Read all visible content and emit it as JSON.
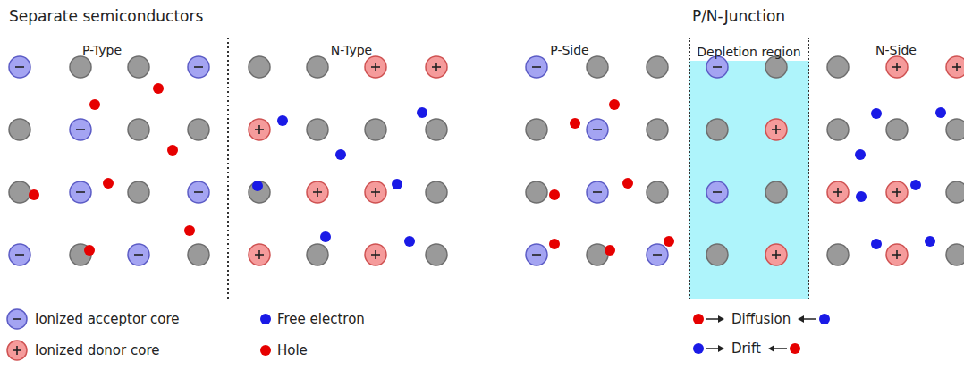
{
  "diagram": {
    "nodes": [
      {
        "text": [
          "Depletion region"
        ]
      }
    ],
    "labels": [
      "Separate semiconductors",
      "P/N-Junction",
      "P-Type",
      "N-Type",
      "P-Side",
      "N-Side"
    ],
    "legend": [
      {
        "text": "Ionized acceptor core"
      },
      {
        "text": "Free electron",
        "color": "#1a1ae6"
      },
      {
        "text": "Ionized donor core"
      },
      {
        "text": "Hole",
        "color": "#e60000"
      },
      {
        "text": "Diffusion"
      },
      {
        "text": "Drift"
      }
    ]
  }
}
